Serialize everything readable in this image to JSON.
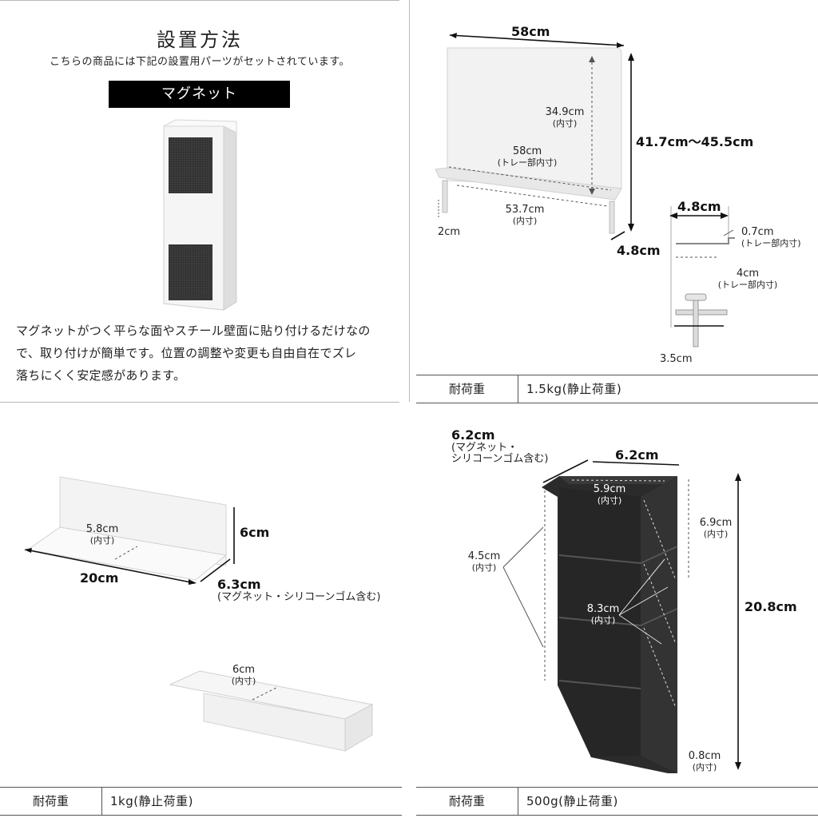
{
  "install": {
    "title": "設置方法",
    "subtitle": "こちらの商品には下記の設置用パーツがセットされています。",
    "part_label": "マグネット",
    "desc_lines": [
      "マグネットがつく平らな面やスチール壁面に貼り付けるだけなの",
      "で、取り付けが簡単です。位置の調整や変更も自由自在でズレ",
      "落ちにくく安定感があります。"
    ]
  },
  "panel_tr": {
    "width": "58cm",
    "inner_height": "34.9cm",
    "inner_height_note": "(内寸)",
    "tray_inner": "58cm",
    "tray_inner_note": "(トレー部内寸)",
    "height_range": "41.7cm〜45.5cm",
    "clamp_span": "53.7cm",
    "clamp_span_note": "(内寸)",
    "clamp_gap": "2cm",
    "depth": "4.8cm",
    "side_depth": "4.8cm",
    "tray_lip": "0.7cm",
    "tray_lip_note": "(トレー部内寸)",
    "tray_depth": "4cm",
    "tray_depth_note": "(トレー部内寸)",
    "clamp_open": "3.5cm",
    "spec_key": "耐荷重",
    "spec_value": "1.5kg(静止荷重)"
  },
  "panel_bl": {
    "inner_depth": "5.8cm",
    "inner_depth_note": "(内寸)",
    "height": "6cm",
    "width": "20cm",
    "depth": "6.3cm",
    "depth_note": "(マグネット・シリコーンゴム含む)",
    "small_inner": "6cm",
    "small_inner_note": "(内寸)",
    "spec_key": "耐荷重",
    "spec_value": "1kg(静止荷重)"
  },
  "panel_br": {
    "depth": "6.2cm",
    "depth_note_1": "(マグネット・",
    "depth_note_2": "シリコーンゴム含む)",
    "width": "6.2cm",
    "inner_width": "5.9cm",
    "inner_width_note": "(内寸)",
    "pocket_height": "6.9cm",
    "pocket_height_note": "(内寸)",
    "pocket_gap": "4.5cm",
    "pocket_gap_note": "(内寸)",
    "pocket_diag": "8.3cm",
    "pocket_diag_note": "(内寸)",
    "height": "20.8cm",
    "thickness": "0.8cm",
    "thickness_note": "(内寸)",
    "spec_key": "耐荷重",
    "spec_value": "500g(静止荷重)"
  },
  "colors": {
    "dark": "#2b2b2b",
    "panel_white": "#f4f4f4",
    "label_bg": "#000000"
  }
}
